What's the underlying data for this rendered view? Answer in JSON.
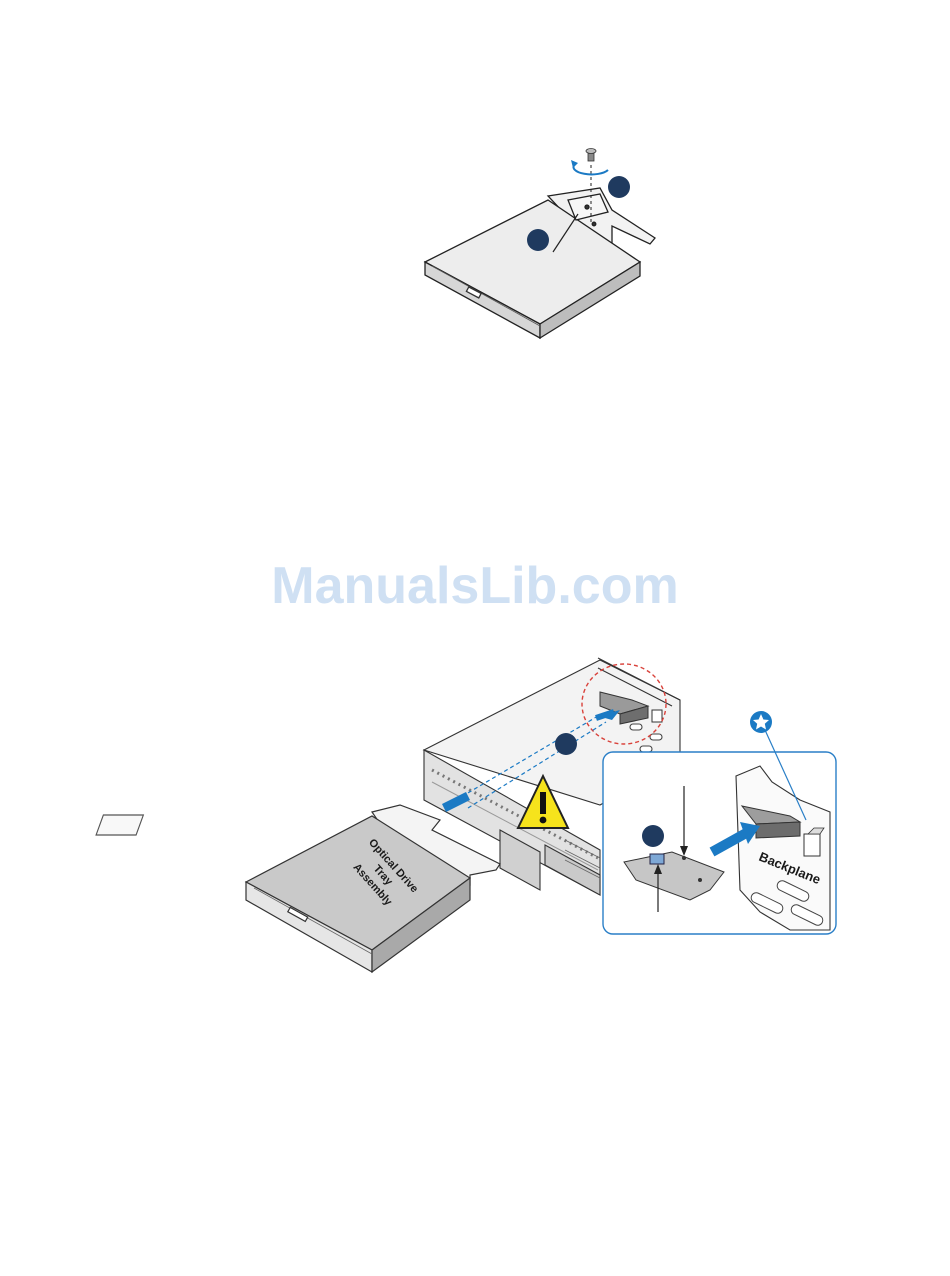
{
  "watermark": {
    "text": "ManualsLib.com"
  },
  "figure_bottom": {
    "drive_label": [
      "Optical Drive",
      "Tray",
      "Assembly"
    ],
    "inset_label": "Backplane"
  },
  "colors": {
    "callout": "#1f3a5f",
    "accent_blue": "#1b7ac4",
    "inset_border": "#2a7fc7",
    "highlight_circle": "#d9413a",
    "warning_fill": "#f6e31c",
    "watermark": "#cfe0f3"
  }
}
